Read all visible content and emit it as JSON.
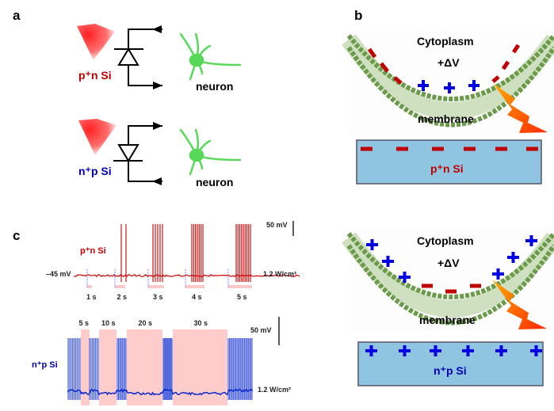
{
  "panels": {
    "a": {
      "label": "a",
      "top": {
        "device": "p⁺n Si",
        "cell": "neuron",
        "device_color": "#c00000"
      },
      "bottom": {
        "device": "n⁺p Si",
        "cell": "neuron",
        "device_color": "#0000b0"
      }
    },
    "b": {
      "label": "b",
      "top": {
        "region_top": "Cytoplasm",
        "potential": "+ΔV",
        "region_mid": "membrane",
        "substrate": "p⁺n Si",
        "substrate_charge": "negative",
        "membrane_inner_charge": "positive"
      },
      "bottom": {
        "region_top": "Cytoplasm",
        "potential": "+ΔV",
        "region_mid": "membrane",
        "substrate": "n⁺p Si",
        "substrate_charge": "positive",
        "membrane_inner_charge": "negative"
      },
      "colors": {
        "substrate": "#8fc5e1",
        "membrane": "#6a9a4a",
        "negative": "#c00000",
        "positive": "#0000e0",
        "bolt": "#ff5a00"
      }
    },
    "c": {
      "label": "c",
      "top_trace": {
        "device": "p⁺n Si",
        "baseline": "–45 mV",
        "scale_bar": "50 mV",
        "intensity": "1.2 W/cm²",
        "pulses": [
          "1 s",
          "2 s",
          "3 s",
          "4 s",
          "5 s"
        ],
        "color": "#cc0000",
        "pulse_color": "#ffc8c8"
      },
      "bottom_trace": {
        "device": "n⁺p Si",
        "scale_bar": "50 mV",
        "intensity": "1.2 W/cm²",
        "pulses": [
          "5 s",
          "10 s",
          "20 s",
          "30 s"
        ],
        "color": "#0022cc",
        "pulse_color": "#ffcccc"
      }
    }
  }
}
